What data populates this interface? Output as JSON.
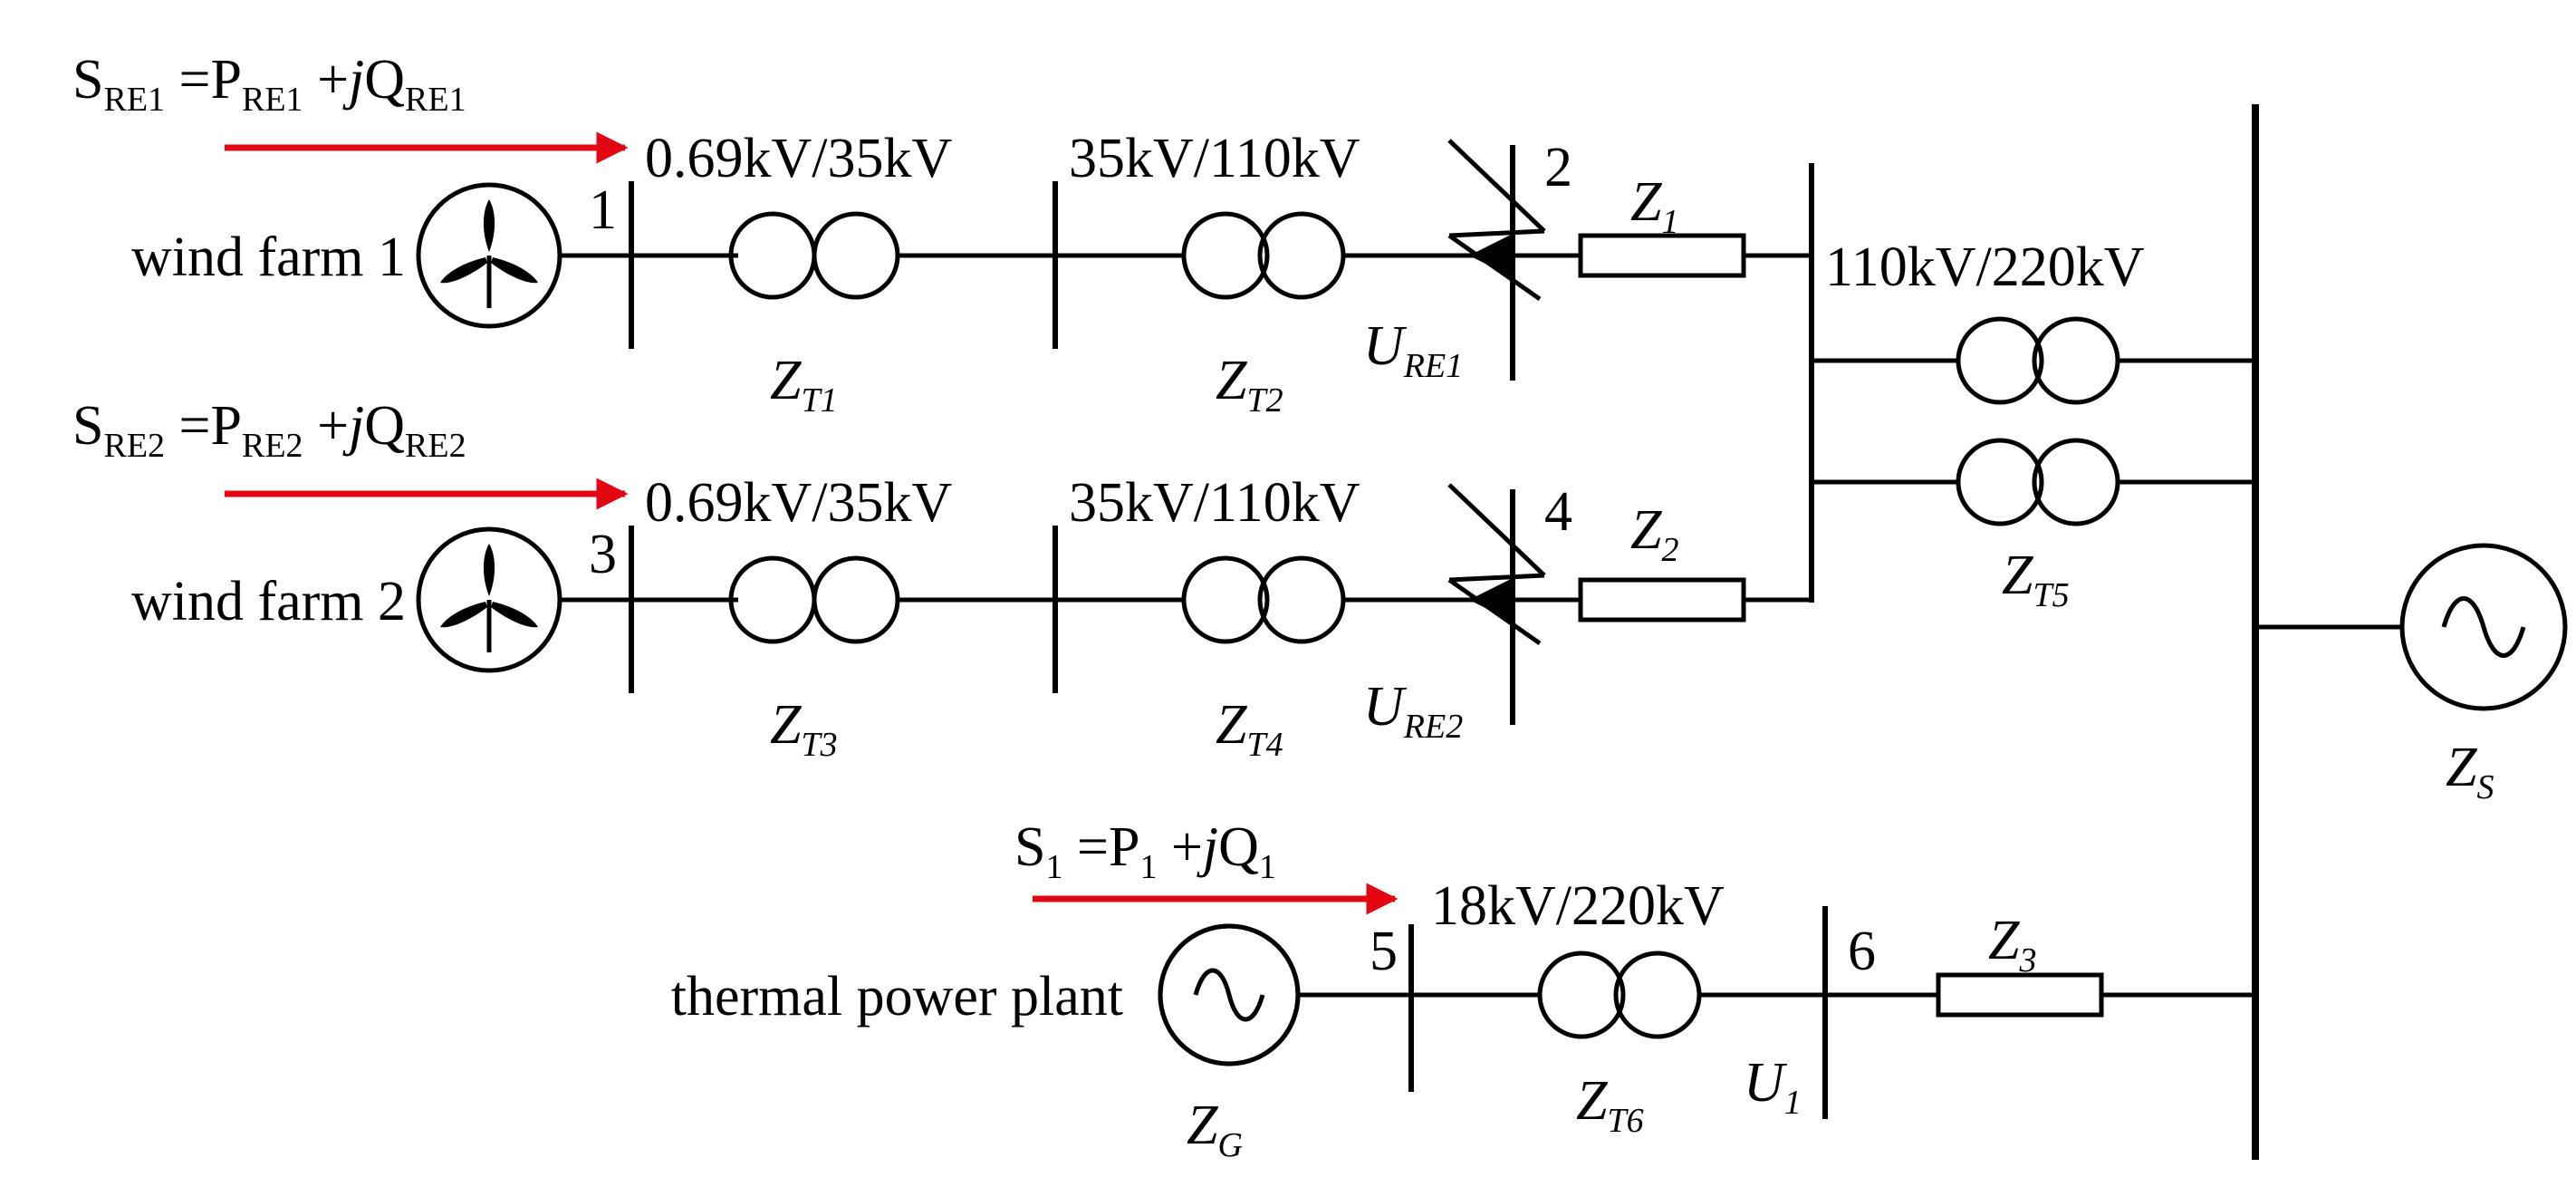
{
  "flows": {
    "wind1": {
      "s": "S",
      "s_sub": "RE1",
      "p": "P",
      "p_sub": "RE1",
      "j": "j",
      "q": "Q",
      "q_sub": "RE1"
    },
    "wind2": {
      "s": "S",
      "s_sub": "RE2",
      "p": "P",
      "p_sub": "RE2",
      "j": "j",
      "q": "Q",
      "q_sub": "RE2"
    },
    "thermal": {
      "s": "S",
      "s_sub": "1",
      "p": "P",
      "p_sub": "1",
      "j": "j",
      "q": "Q",
      "q_sub": "1"
    }
  },
  "sources": {
    "wind_farm_1": "wind farm 1",
    "wind_farm_2": "wind farm 2",
    "thermal_plant": "thermal power plant"
  },
  "buses": {
    "b1": "1",
    "b2": "2",
    "b3": "3",
    "b4": "4",
    "b5": "5",
    "b6": "6"
  },
  "ratings": {
    "t1": "0.69kV/35kV",
    "t2": "35kV/110kV",
    "t3": "0.69kV/35kV",
    "t4": "35kV/110kV",
    "t5": "110kV/220kV",
    "t6": "18kV/220kV"
  },
  "impedances": {
    "zt1": {
      "base": "Z",
      "sub": "T1"
    },
    "zt2": {
      "base": "Z",
      "sub": "T2"
    },
    "zt3": {
      "base": "Z",
      "sub": "T3"
    },
    "zt4": {
      "base": "Z",
      "sub": "T4"
    },
    "zt5": {
      "base": "Z",
      "sub": "T5"
    },
    "zt6": {
      "base": "Z",
      "sub": "T6"
    },
    "z1": {
      "base": "Z",
      "sub": "1"
    },
    "z2": {
      "base": "Z",
      "sub": "2"
    },
    "z3": {
      "base": "Z",
      "sub": "3"
    },
    "zs": {
      "base": "Z",
      "sub": "S"
    },
    "zg": {
      "base": "Z",
      "sub": "G"
    }
  },
  "voltages": {
    "ure1": {
      "base": "U",
      "sub": "RE1"
    },
    "ure2": {
      "base": "U",
      "sub": "RE2"
    },
    "u1": {
      "base": "U",
      "sub": "1"
    }
  },
  "colors": {
    "line": "#000000",
    "flow_arrow": "#e30613"
  },
  "icons": {
    "wind": "wind-turbine-icon",
    "generator": "ac-generator-icon",
    "transformer": "transformer-icon",
    "compensator": "reactive-compensator-icon"
  }
}
